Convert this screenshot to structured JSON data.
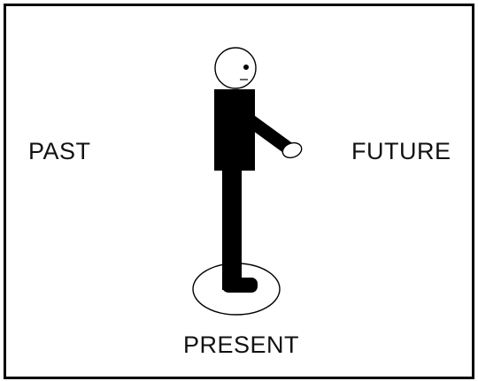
{
  "labels": {
    "past": "PAST",
    "future": "FUTURE",
    "present": "PRESENT"
  },
  "colors": {
    "ink": "#000000",
    "background": "#ffffff"
  },
  "icons": [
    "stick-figure-icon",
    "head-icon",
    "eye-icon",
    "hand-icon",
    "ground-ellipse"
  ]
}
